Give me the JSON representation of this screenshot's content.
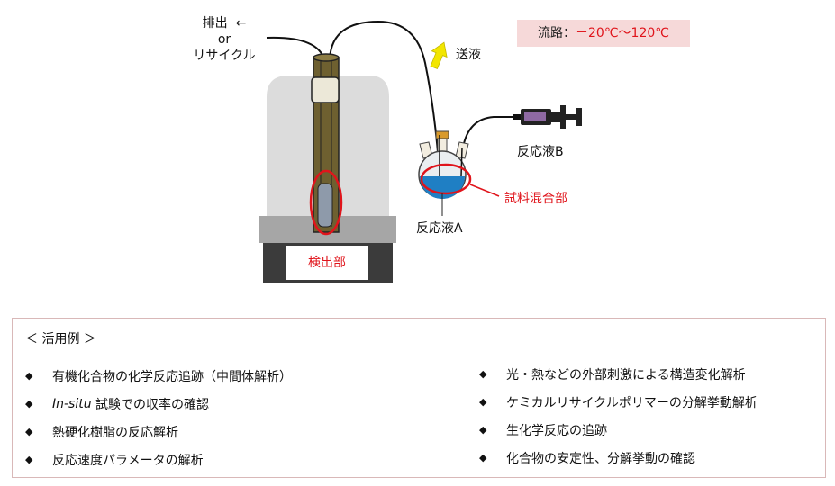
{
  "labels": {
    "exhaust_line1": "排出",
    "exhaust_arrow": "←",
    "exhaust_line2": "or",
    "exhaust_line3": "リサイクル",
    "send": "送液",
    "flow_prefix": "流路：",
    "flow_range": "－20℃～120℃",
    "liquid_b": "反応液B",
    "mixing": "試料混合部",
    "liquid_a": "反応液A",
    "detector": "検出部"
  },
  "examples": {
    "title": "＜ 活用例 ＞",
    "bullet": "◆",
    "left": [
      {
        "text": "有機化合物の化学反応追跡（中間体解析）"
      },
      {
        "italic": "In-situ",
        "text": " 試験での収率の確認"
      },
      {
        "text": "熱硬化樹脂の反応解析"
      },
      {
        "text": "反応速度パラメータの解析"
      }
    ],
    "right": [
      {
        "text": "光・熱などの外部刺激による構造変化解析"
      },
      {
        "text": "ケミカルリサイクルポリマーの分解挙動解析"
      },
      {
        "text": "生化学反応の追跡"
      },
      {
        "text": "化合物の安定性、分解挙動の確認"
      }
    ]
  },
  "colors": {
    "highlight_red": "#e0141b",
    "flow_box_bg": "#f6d9d9",
    "liquid_blue": "#1f7fc4",
    "send_arrow": "#f2e600",
    "probe_brown": "#6e6030"
  }
}
